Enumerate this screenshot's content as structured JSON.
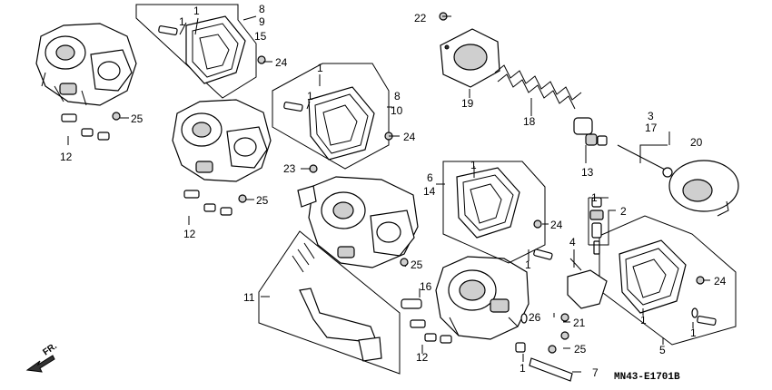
{
  "diagram": {
    "code": "MN43-E1701B",
    "direction_label": "FR.",
    "callouts": [
      {
        "id": "c-1a",
        "text": "1"
      },
      {
        "id": "c-1b",
        "text": "1"
      },
      {
        "id": "c-8a",
        "text": "8"
      },
      {
        "id": "c-9",
        "text": "9"
      },
      {
        "id": "c-15",
        "text": "15"
      },
      {
        "id": "c-24a",
        "text": "24"
      },
      {
        "id": "c-25a",
        "text": "25"
      },
      {
        "id": "c-12a",
        "text": "12"
      },
      {
        "id": "c-1c",
        "text": "1"
      },
      {
        "id": "c-1d",
        "text": "1"
      },
      {
        "id": "c-8b",
        "text": "8"
      },
      {
        "id": "c-10",
        "text": "10"
      },
      {
        "id": "c-24b",
        "text": "24"
      },
      {
        "id": "c-23",
        "text": "23"
      },
      {
        "id": "c-25b",
        "text": "25"
      },
      {
        "id": "c-12b",
        "text": "12"
      },
      {
        "id": "c-22",
        "text": "22"
      },
      {
        "id": "c-19",
        "text": "19"
      },
      {
        "id": "c-18",
        "text": "18"
      },
      {
        "id": "c-3",
        "text": "3"
      },
      {
        "id": "c-17",
        "text": "17"
      },
      {
        "id": "c-20",
        "text": "20"
      },
      {
        "id": "c-13",
        "text": "13"
      },
      {
        "id": "c-6",
        "text": "6"
      },
      {
        "id": "c-14",
        "text": "14"
      },
      {
        "id": "c-1e",
        "text": "1"
      },
      {
        "id": "c-24c",
        "text": "24"
      },
      {
        "id": "c-1f",
        "text": "1"
      },
      {
        "id": "c-1g",
        "text": "1"
      },
      {
        "id": "c-2",
        "text": "2"
      },
      {
        "id": "c-4",
        "text": "4"
      },
      {
        "id": "c-25c",
        "text": "25"
      },
      {
        "id": "c-16",
        "text": "16"
      },
      {
        "id": "c-11",
        "text": "11"
      },
      {
        "id": "c-12c",
        "text": "12"
      },
      {
        "id": "c-26",
        "text": "26"
      },
      {
        "id": "c-21",
        "text": "21"
      },
      {
        "id": "c-25d",
        "text": "25"
      },
      {
        "id": "c-1h",
        "text": "1"
      },
      {
        "id": "c-7",
        "text": "7"
      },
      {
        "id": "c-24d",
        "text": "24"
      },
      {
        "id": "c-1i",
        "text": "1"
      },
      {
        "id": "c-1j",
        "text": "1"
      },
      {
        "id": "c-5",
        "text": "5"
      }
    ]
  }
}
